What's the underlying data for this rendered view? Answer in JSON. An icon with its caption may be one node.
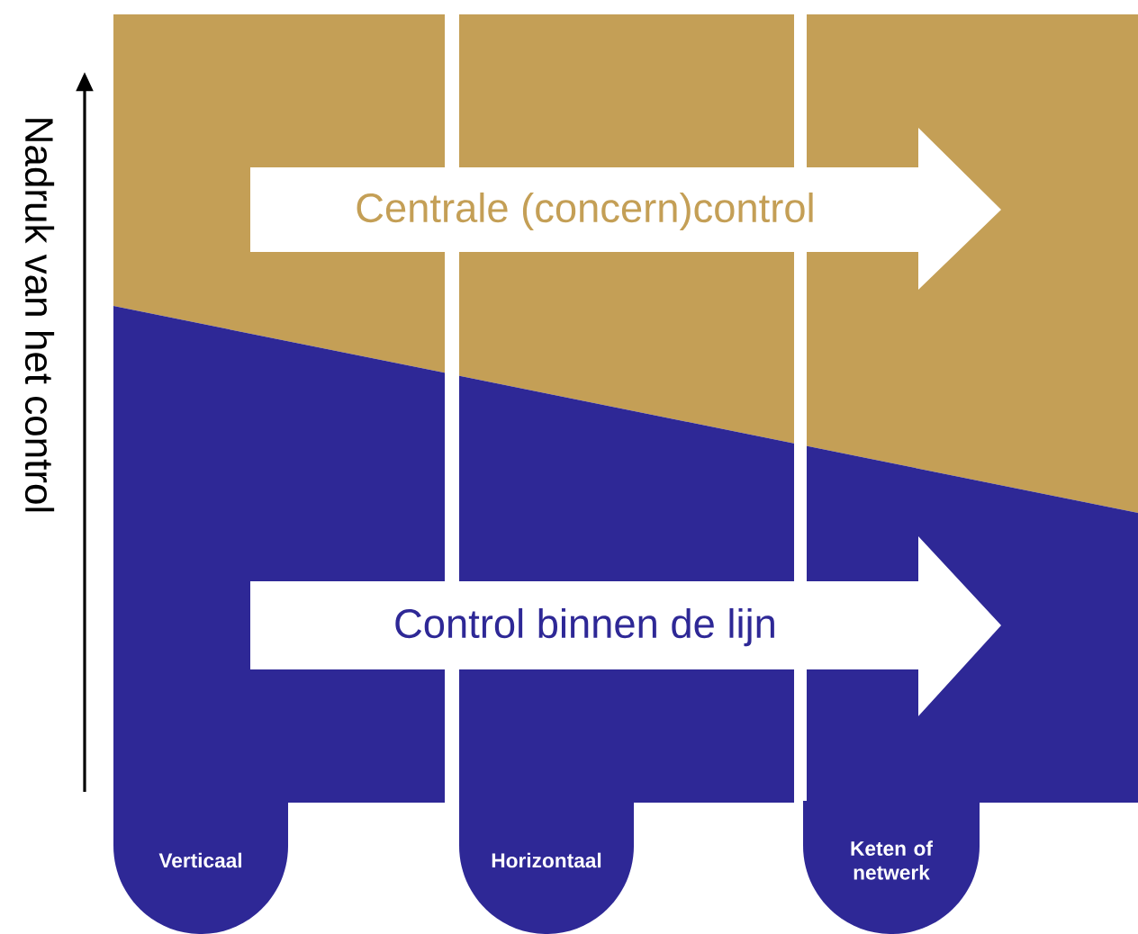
{
  "diagram": {
    "nodes": [
      {
        "text": [
          "Centrale (concern)control"
        ]
      },
      {
        "text": [
          "Control binnen de lijn"
        ]
      },
      {
        "text": [
          "Verticaal"
        ]
      },
      {
        "text": [
          "Horizontaal"
        ]
      },
      {
        "text": [
          "Keten of netwerk"
        ]
      }
    ],
    "labels": [
      "Nadruk van het control"
    ]
  }
}
